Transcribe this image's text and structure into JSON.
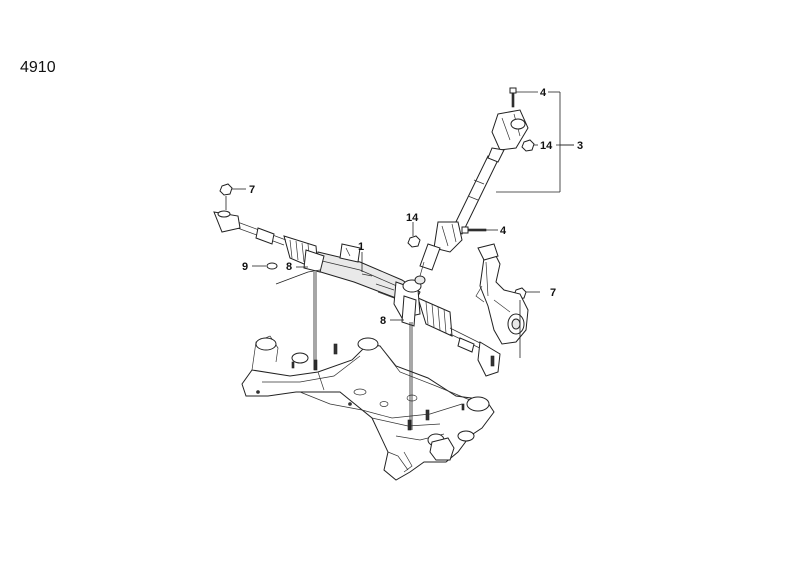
{
  "diagram": {
    "page_code": "4910",
    "callouts": {
      "c1": "1",
      "c3": "3",
      "c4a": "4",
      "c4b": "4",
      "c7a": "7",
      "c7b": "7",
      "c8a": "8",
      "c8b": "8",
      "c9": "9",
      "c14a": "14",
      "c14b": "14"
    }
  }
}
